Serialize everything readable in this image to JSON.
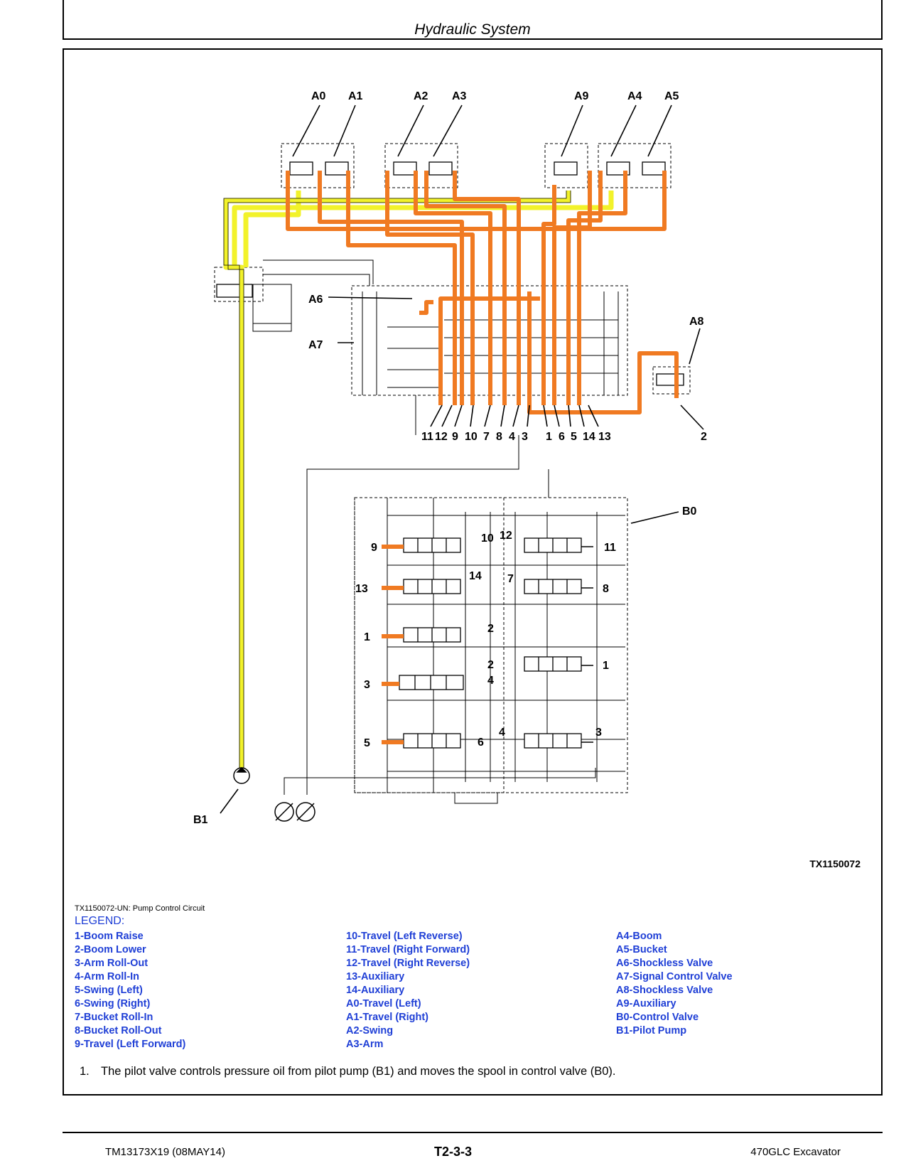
{
  "header": {
    "section_title": "Hydraulic System"
  },
  "diagram": {
    "top_labels": [
      "A0",
      "A1",
      "A2",
      "A3",
      "A9",
      "A4",
      "A5"
    ],
    "side_labels": {
      "a6": "A6",
      "a7": "A7",
      "a8": "A8",
      "b0": "B0",
      "b1": "B1"
    },
    "port_numbers": [
      "11",
      "12",
      "9",
      "10",
      "7",
      "8",
      "4",
      "3",
      "1",
      "6",
      "5",
      "14",
      "13",
      "2"
    ],
    "valve_labels_left": [
      "9",
      "13",
      "1",
      "3",
      "5"
    ],
    "valve_labels_center": [
      "10",
      "12",
      "14",
      "7",
      "2",
      "2",
      "4",
      "6",
      "4"
    ],
    "valve_labels_right": [
      "11",
      "8",
      "1",
      "3"
    ],
    "colors": {
      "pilot_pressure": "#f07a22",
      "pilot_supply": "#f2f22a",
      "line": "#000000"
    },
    "figure_id": "TX1150072"
  },
  "legend": {
    "caption": "TX1150072-UN: Pump Control Circuit",
    "title": "LEGEND:",
    "items": [
      "1-Boom Raise",
      "2-Boom Lower",
      "3-Arm Roll-Out",
      "4-Arm Roll-In",
      "5-Swing (Left)",
      "6-Swing (Right)",
      "7-Bucket Roll-In",
      "8-Bucket Roll-Out",
      "9-Travel (Left Forward)",
      "10-Travel (Left Reverse)",
      "11-Travel (Right Forward)",
      "12-Travel (Right Reverse)",
      "13-Auxiliary",
      "14-Auxiliary",
      "A0-Travel (Left)",
      "A1-Travel (Right)",
      "A2-Swing",
      "A3-Arm",
      "A4-Boom",
      "A5-Bucket",
      "A6-Shockless Valve",
      "A7-Signal Control Valve",
      "A8-Shockless Valve",
      "A9-Auxiliary",
      "B0-Control Valve",
      "B1-Pilot Pump"
    ]
  },
  "note": {
    "number": "1.",
    "text": "The pilot valve controls pressure oil from pilot pump (B1) and moves the spool in control valve (B0)."
  },
  "footer": {
    "left": "TM13173X19 (08MAY14)",
    "center": "T2-3-3",
    "right": "470GLC Excavator"
  }
}
